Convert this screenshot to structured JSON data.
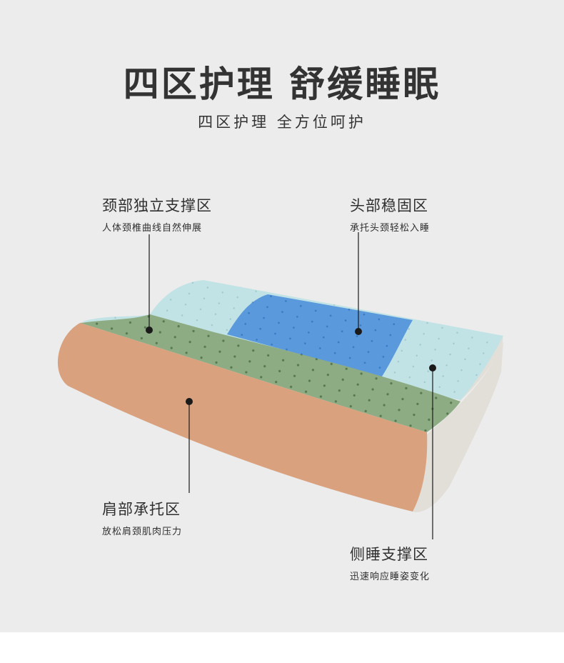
{
  "header": {
    "title": "四区护理  舒缓睡眠",
    "subtitle": "四区护理 全方位呵护"
  },
  "zones": [
    {
      "name": "颈部独立支撑区",
      "desc": "人体颈椎曲线自然伸展"
    },
    {
      "name": "头部稳固区",
      "desc": "承托头颈轻松入睡"
    },
    {
      "name": "肩部承托区",
      "desc": "放松肩颈肌肉压力"
    },
    {
      "name": "侧睡支撑区",
      "desc": "迅速响应睡姿变化"
    }
  ],
  "colors": {
    "background": "#ececec",
    "shoulder_zone": "#daa27e",
    "neck_zone": "#8fad85",
    "head_zone": "#5a98dd",
    "side_zone": "#bfe2e4",
    "base_foam": "#e5e1dc",
    "marker": "#1a1a1a"
  }
}
